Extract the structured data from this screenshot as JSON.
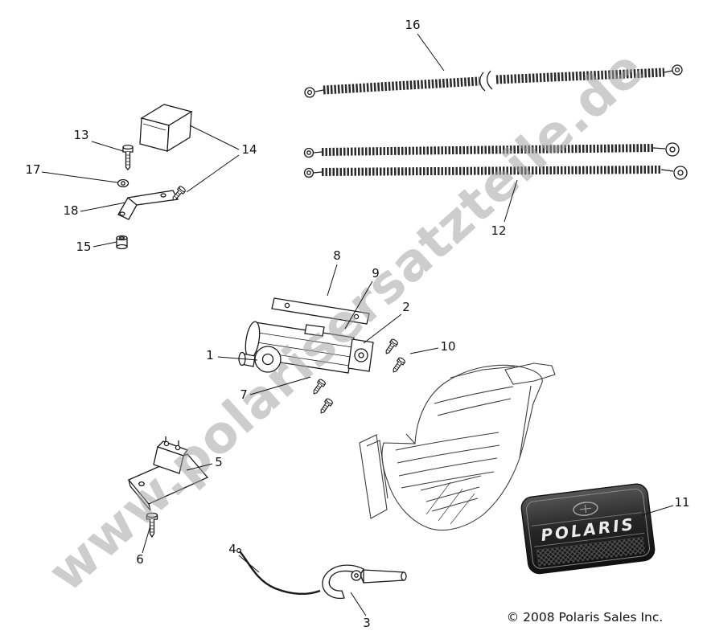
{
  "page": {
    "watermark": "www.polarisersatzteile.de",
    "copyright": "© 2008 Polaris Sales Inc."
  },
  "badge": {
    "brand": "POLARIS"
  },
  "colors": {
    "line": "#1a1a1a",
    "watermark": "#a0a0a0",
    "badge_dark": "#1c1c1c",
    "paper": "#ffffff"
  },
  "callouts": {
    "c1": "1",
    "c2": "2",
    "c3": "3",
    "c4": "4",
    "c5": "5",
    "c6": "6",
    "c7": "7",
    "c8": "8",
    "c9": "9",
    "c10": "10",
    "c11": "11",
    "c12": "12",
    "c13": "13",
    "c14": "14",
    "c15": "15",
    "c16": "16",
    "c17": "17",
    "c18": "18"
  }
}
